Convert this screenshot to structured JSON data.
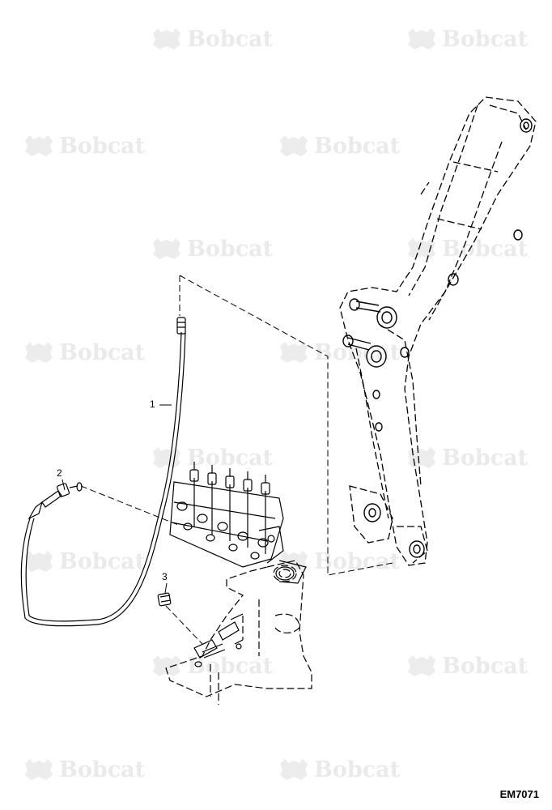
{
  "diagram": {
    "drawing_code": "EM7071",
    "watermark_text": "Bobcat",
    "watermark_reg": ".",
    "colors": {
      "line": "#000000",
      "watermark": "#e6e6e6",
      "background": "#ffffff"
    },
    "callouts": [
      {
        "number": "1",
        "part": "hydraulic-hose"
      },
      {
        "number": "2",
        "part": "hose-fitting"
      },
      {
        "number": "3",
        "part": "plug"
      }
    ]
  }
}
